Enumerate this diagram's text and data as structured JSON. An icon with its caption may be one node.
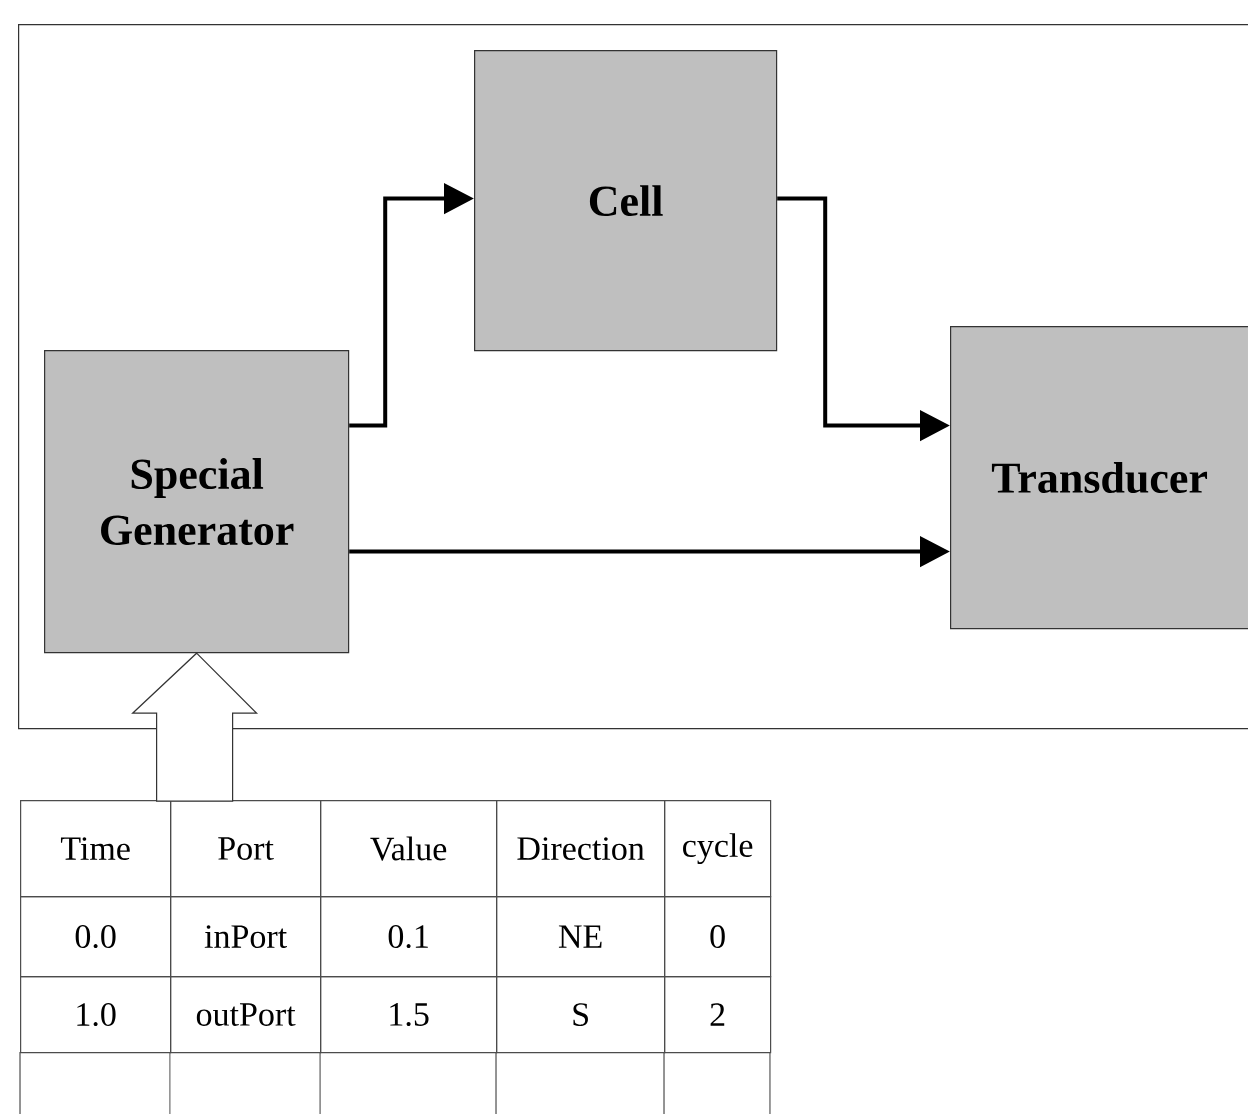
{
  "diagram": {
    "nodes": [
      {
        "text": [],
        "shape": "box"
      },
      {
        "text": [
          "Special Generator"
        ],
        "in": 0
      },
      {
        "text": [
          "Cell"
        ],
        "in": 0
      },
      {
        "text": [
          "Transducer"
        ],
        "in": 0
      }
    ],
    "edges": [
      {
        "from": 1,
        "to": 2,
        "arrow": "to"
      },
      {
        "from": 2,
        "to": 3,
        "arrow": "to"
      },
      {
        "from": 1,
        "to": 3,
        "arrow": "to"
      },
      {
        "from": null,
        "to": 1,
        "arrow": "to"
      }
    ],
    "labels": [
      "Time",
      "Port",
      "Value",
      "Direction",
      "cycle",
      "0.0",
      "inPort",
      "0.1",
      "NE",
      "0",
      "1.0",
      "outPort",
      "1.5",
      "S",
      "2"
    ]
  }
}
